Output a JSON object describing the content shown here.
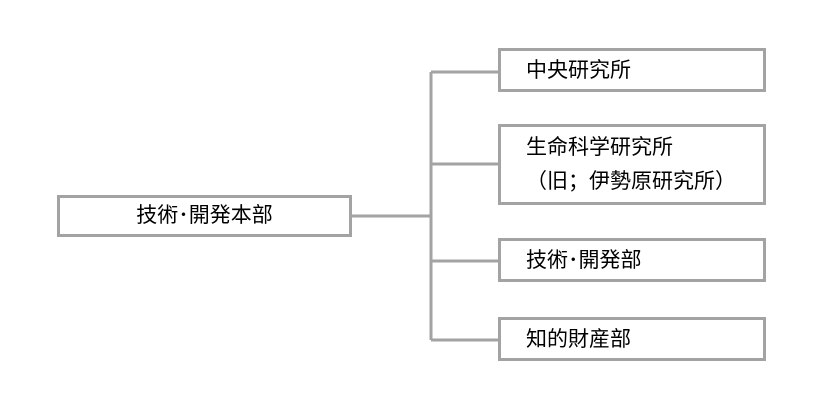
{
  "diagram": {
    "root": {
      "label": "技術･開発本部"
    },
    "children": [
      {
        "lines": [
          "中央研究所"
        ]
      },
      {
        "lines": [
          "生命科学研究所",
          "（旧；伊勢原研究所）"
        ]
      },
      {
        "lines": [
          "技術･開発部"
        ]
      },
      {
        "lines": [
          "知的財産部"
        ]
      }
    ],
    "colors": {
      "line": "#a3a3a3",
      "box_border": "#a3a3a3",
      "text": "#000000",
      "background": "#ffffff"
    }
  }
}
